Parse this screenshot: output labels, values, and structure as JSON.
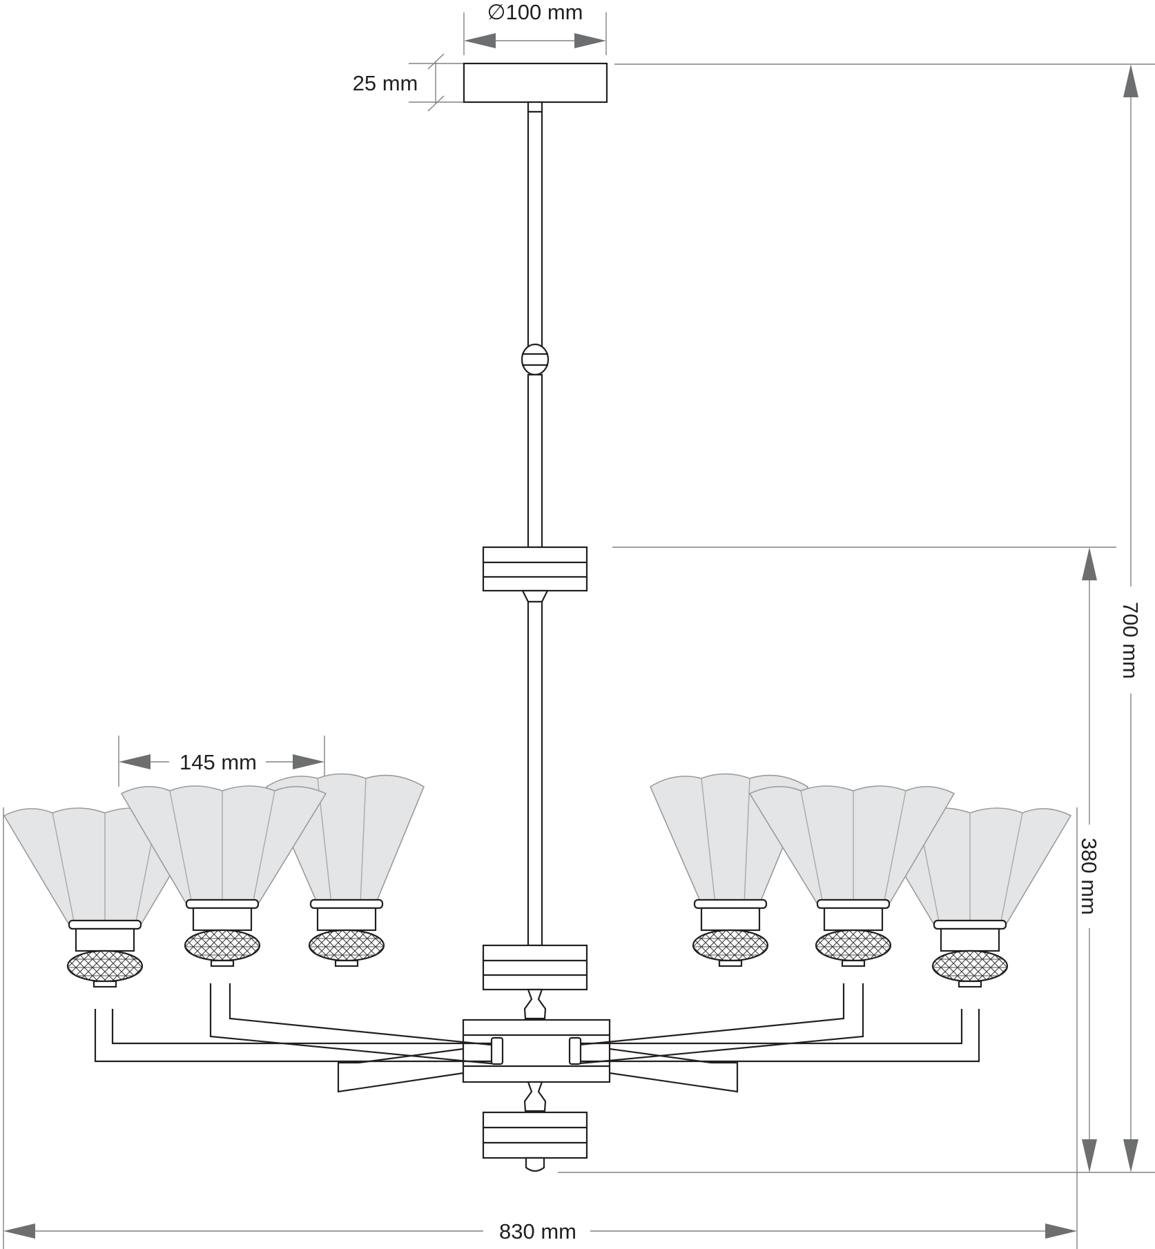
{
  "dimensions": {
    "canopy_diameter": "∅100 mm",
    "canopy_height": "25 mm",
    "total_height": "700 mm",
    "body_height": "380 mm",
    "shade_width": "145 mm",
    "total_width": "830 mm"
  },
  "colors": {
    "line": "#231f20",
    "dimension_line": "#808080",
    "arrow": "#6d6e70",
    "shade_fill": "#e4e5e7"
  }
}
